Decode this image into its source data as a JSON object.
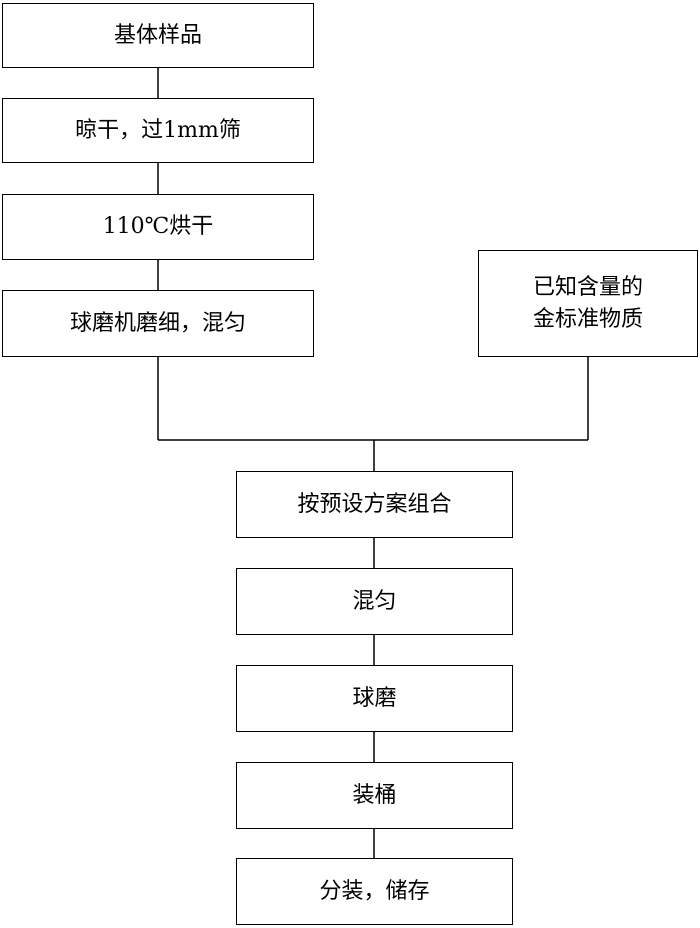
{
  "flowchart": {
    "nodes": {
      "substrate_sample": "基体样品",
      "air_dry_sieve": "晾干，过1mm筛",
      "oven_dry": "110℃烘干",
      "ball_mill_mix": "球磨机磨细，混匀",
      "gold_standard": "已知含量的\n金标准物质",
      "combine_by_plan": "按预设方案组合",
      "mix": "混匀",
      "ball_grind": "球磨",
      "barrel_pack": "装桶",
      "subpackage_store": "分装，储存"
    }
  },
  "colors": {
    "line": "#000000",
    "box_border": "#000000",
    "background": "#ffffff"
  }
}
